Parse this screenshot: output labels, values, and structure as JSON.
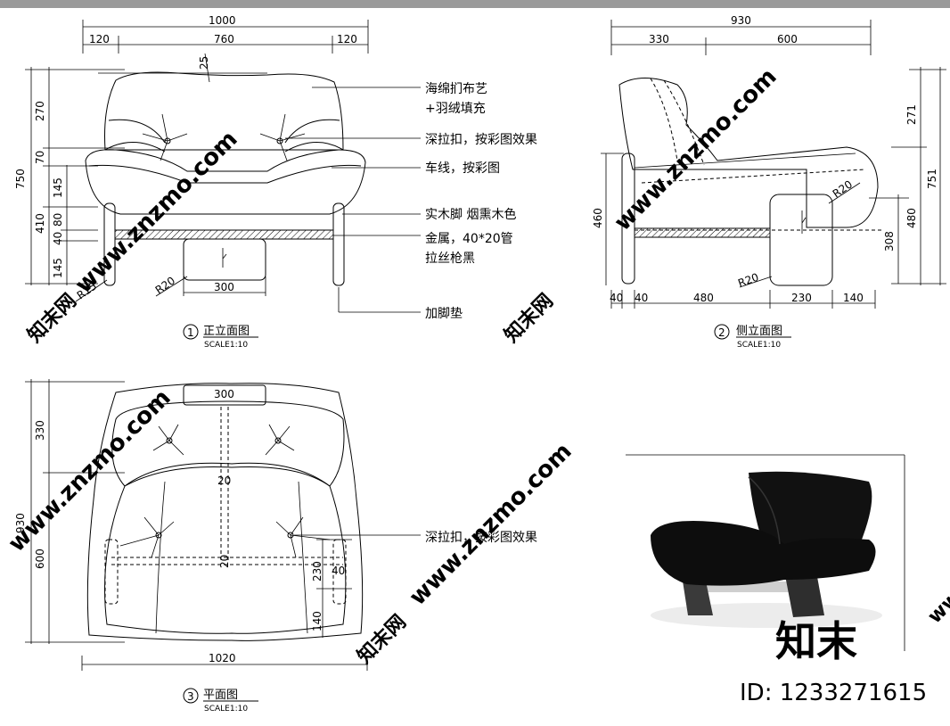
{
  "front_view": {
    "dims_top": [
      "1000",
      "120",
      "760",
      "120"
    ],
    "dim_25": "25",
    "dims_left": [
      "750",
      "270",
      "70",
      "145",
      "410",
      "80",
      "40",
      "145"
    ],
    "dim_r15": "R15",
    "dim_r20": "R20",
    "dim_300": "300",
    "caption_num": "1",
    "caption": "正立面图",
    "scale": "SCALE1:10"
  },
  "annotations": {
    "a1_line1": "海绵扪布艺",
    "a1_line2": "+羽绒填充",
    "a2": "深拉扣，按彩图效果",
    "a3": "车线，按彩图",
    "a4": "实木脚 烟熏木色",
    "a5_line1": "金属，40*20管",
    "a5_line2": "拉丝枪黑",
    "a6": "加脚垫",
    "a7": "深拉扣，按彩图效果"
  },
  "side_view": {
    "dims_top": [
      "930",
      "330",
      "600"
    ],
    "dims_right": [
      "271",
      "751",
      "480",
      "308"
    ],
    "dim_460": "460",
    "dim_r20_top": "R20",
    "dim_r20_bottom": "R20",
    "dims_bottom": [
      "40",
      "40",
      "480",
      "230",
      "140"
    ],
    "caption_num": "2",
    "caption": "侧立面图",
    "scale": "SCALE1:10"
  },
  "plan_view": {
    "dim_300": "300",
    "dims_left": [
      "330",
      "930",
      "600"
    ],
    "dim_20a": "20",
    "dim_20b": "20",
    "dims_right": [
      "230",
      "40",
      "140"
    ],
    "dim_1020": "1020",
    "caption_num": "3",
    "caption": "平面图",
    "scale": "SCALE1:10"
  },
  "watermark": {
    "text": "www.znzmo.com",
    "brand": "知末网",
    "logo": "知末",
    "id_text": "ID: 1233271615"
  }
}
